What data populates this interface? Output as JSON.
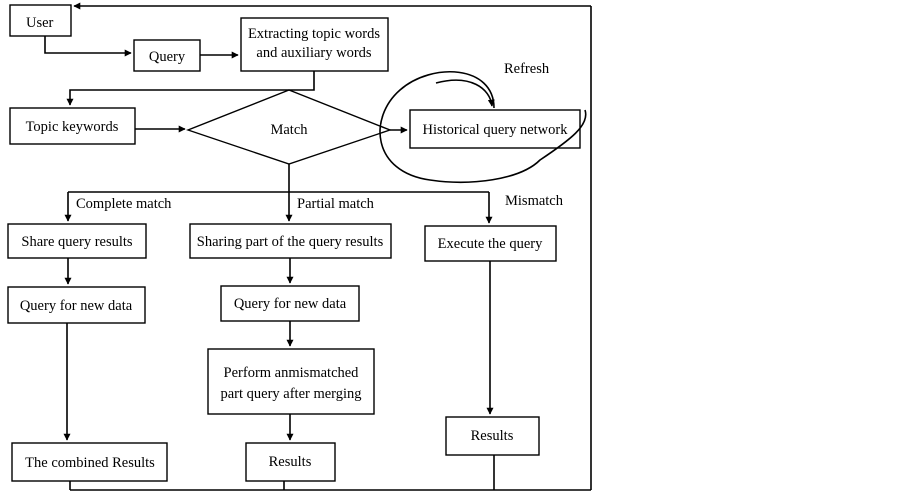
{
  "nodes": {
    "user": "User",
    "query": "Query",
    "extract_line1": "Extracting topic words",
    "extract_line2": "and auxiliary words",
    "refresh": "Refresh",
    "topic_keywords": "Topic keywords",
    "match": "Match",
    "historical_network": "Historical query network",
    "complete_match": "Complete match",
    "partial_match": "Partial match",
    "mismatch": "Mismatch",
    "share_results": "Share query results",
    "share_part": "Sharing part of the query results",
    "execute_query": "Execute the query",
    "new_data_left": "Query for new data",
    "new_data_mid": "Query for new data",
    "perform_line1": "Perform anmismatched",
    "perform_line2": "part query after merging",
    "results_right": "Results",
    "combined_results": "The combined Results",
    "results_mid": "Results"
  },
  "colors": {
    "stroke": "#000000",
    "background": "#ffffff"
  }
}
